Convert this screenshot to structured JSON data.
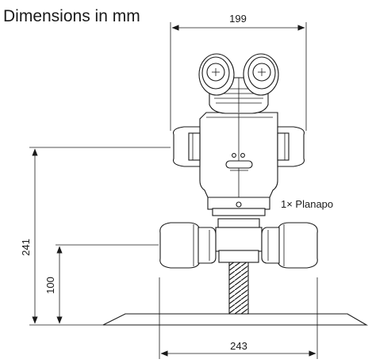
{
  "title": "Dimensions in mm",
  "objective_label": "1× Planapo",
  "dimensions": {
    "total_width": "199",
    "base_width": "243",
    "total_height": "241",
    "focus_height": "100"
  },
  "colors": {
    "line": "#1a1a1a",
    "background": "#ffffff"
  }
}
